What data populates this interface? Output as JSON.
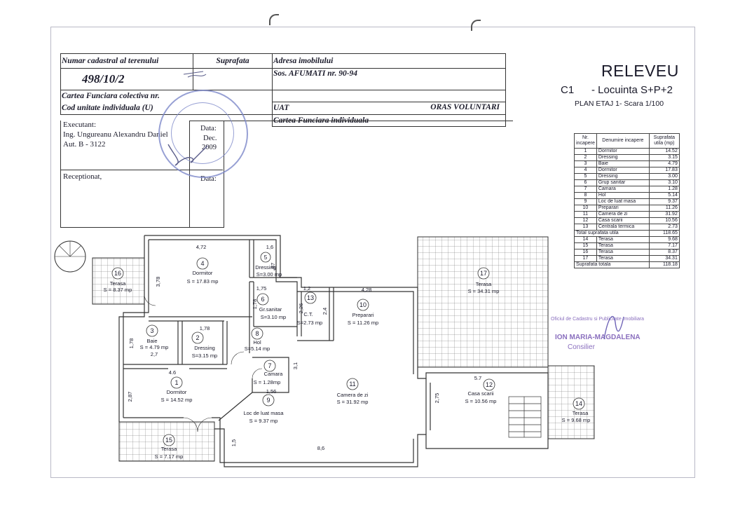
{
  "cadastral": {
    "nr_cadastral_label": "Numar cadastral al terenului",
    "nr_cadastral_value": "498/10/2",
    "suprafata_label": "Suprafata",
    "adresa_label": "Adresa imobilului",
    "adresa_value": "Sos. AFUMATI nr. 90-94",
    "carte_funciara_colectiva": "Cartea Funciara colectiva nr.",
    "cod_unitate": "Cod unitate individuala (U)",
    "uat_label": "UAT",
    "uat_value": "ORAS VOLUNTARI",
    "carte_funciara_individuala": "Cartea Funciara individuala",
    "executant_label": "Executant:",
    "executant_name": "Ing. Ungureanu Alexandru Daniel",
    "executant_aut": "Aut. B - 3122",
    "data_label": "Data:",
    "data_month": "Dec.",
    "data_year": "2009",
    "receptionat_label": "Receptionat,",
    "data_label_2": "Data:"
  },
  "title": {
    "main": "RELEVEU",
    "code": "C1",
    "subtitle": "- Locuinta S+P+2",
    "plan": "PLAN ETAJ 1- Scara 1/100"
  },
  "legend": {
    "col_nr": "Nr. incapere",
    "col_name": "Denumire incapere",
    "col_area": "Suprafata utila (mp)",
    "rooms": [
      {
        "nr": "1",
        "name": "Dormitor",
        "area": "14.52"
      },
      {
        "nr": "2",
        "name": "Dressing",
        "area": "3.15"
      },
      {
        "nr": "3",
        "name": "Baie",
        "area": "4.79"
      },
      {
        "nr": "4",
        "name": "Dormitor",
        "area": "17.83"
      },
      {
        "nr": "5",
        "name": "Dressing",
        "area": "3.00"
      },
      {
        "nr": "6",
        "name": "Grup sanitar",
        "area": "3.10"
      },
      {
        "nr": "7",
        "name": "Camara",
        "area": "1.28"
      },
      {
        "nr": "8",
        "name": "Hol",
        "area": "5.14"
      },
      {
        "nr": "9",
        "name": "Loc de luat masa",
        "area": "9.37"
      },
      {
        "nr": "10",
        "name": "Preparari",
        "area": "11.26"
      },
      {
        "nr": "11",
        "name": "Camera de zi",
        "area": "31.92"
      },
      {
        "nr": "12",
        "name": "Casa scarii",
        "area": "10.56"
      },
      {
        "nr": "13",
        "name": "Centrala termica",
        "area": "2.73"
      }
    ],
    "total_utila_label": "Total suprafata utila",
    "total_utila_value": "118.65",
    "terraces": [
      {
        "nr": "14",
        "name": "Terasa",
        "area": "9.68"
      },
      {
        "nr": "15",
        "name": "Terasa",
        "area": "7.17"
      },
      {
        "nr": "16",
        "name": "Terasa",
        "area": "8.37"
      },
      {
        "nr": "17",
        "name": "Terasa",
        "area": "34.31"
      }
    ],
    "total_label": "Suprafata totala",
    "total_value": "118.18"
  },
  "plan_labels": {
    "r1": {
      "n": "1",
      "name": "Dormitor",
      "s": "S = 14.52 mp"
    },
    "r2": {
      "n": "2",
      "name": "Dressing",
      "s": "S=3.15 mp"
    },
    "r3": {
      "n": "3",
      "name": "Baie",
      "s": "S = 4.79 mp"
    },
    "r4": {
      "n": "4",
      "name": "Dormitor",
      "s": "S = 17.83 mp"
    },
    "r5": {
      "n": "5",
      "name": "Dressing",
      "s": "S=3.00 mp"
    },
    "r6": {
      "n": "6",
      "name": "Gr.sanitar",
      "s": "S=3.10 mp"
    },
    "r7": {
      "n": "7",
      "name": "Camara",
      "s": "S = 1.28mp"
    },
    "r8": {
      "n": "8",
      "name": "Hol",
      "s": "S=5.14 mp"
    },
    "r9": {
      "n": "9",
      "name": "Loc de luat masa",
      "s": "S = 9.37 mp"
    },
    "r10": {
      "n": "10",
      "name": "Preparari",
      "s": "S = 11.26 mp"
    },
    "r11": {
      "n": "11",
      "name": "Camera de zi",
      "s": "S = 31.92 mp"
    },
    "r12": {
      "n": "12",
      "name": "Casa scarii",
      "s": "S = 10.56 mp"
    },
    "r13": {
      "n": "13",
      "name": "C.T.",
      "s": "S=2.73 mp"
    },
    "r14": {
      "n": "14",
      "name": "Terasa",
      "s": "S = 9.68 mp"
    },
    "r15": {
      "n": "15",
      "name": "Terasa",
      "s": "S = 7.17 mp"
    },
    "r16": {
      "n": "16",
      "name": "Terasa",
      "s": "S = 8.37 mp"
    },
    "r17": {
      "n": "17",
      "name": "Terasa",
      "s": "S = 34.31 mp"
    }
  },
  "dimensions": {
    "d472": "4,72",
    "d16": "1,6",
    "d378": "3,78",
    "d175": "1,75",
    "d12": "1,2",
    "d428": "4,28",
    "d178a": "1,78",
    "d178b": "1,78",
    "d27": "2,7",
    "d46": "4.6",
    "d287": "2,87",
    "d156": "1,56",
    "d31": "3,1",
    "d24": "2,4",
    "d226": "2,26",
    "d15": "1,5",
    "d86": "8,6",
    "d57": "5.7",
    "d275": "2,75",
    "d187": ",87",
    "d178c": "1,78"
  },
  "official_stamp": {
    "line1": "Oficiul de Cadastru si Publicitate Imobiliara",
    "line2": "ION MARIA-MAGDALENA",
    "line3": "Consilier"
  },
  "colors": {
    "ink": "#1a1a2a",
    "stamp_blue": "#7d88c9",
    "stamp_purple": "#8a6fbe"
  }
}
